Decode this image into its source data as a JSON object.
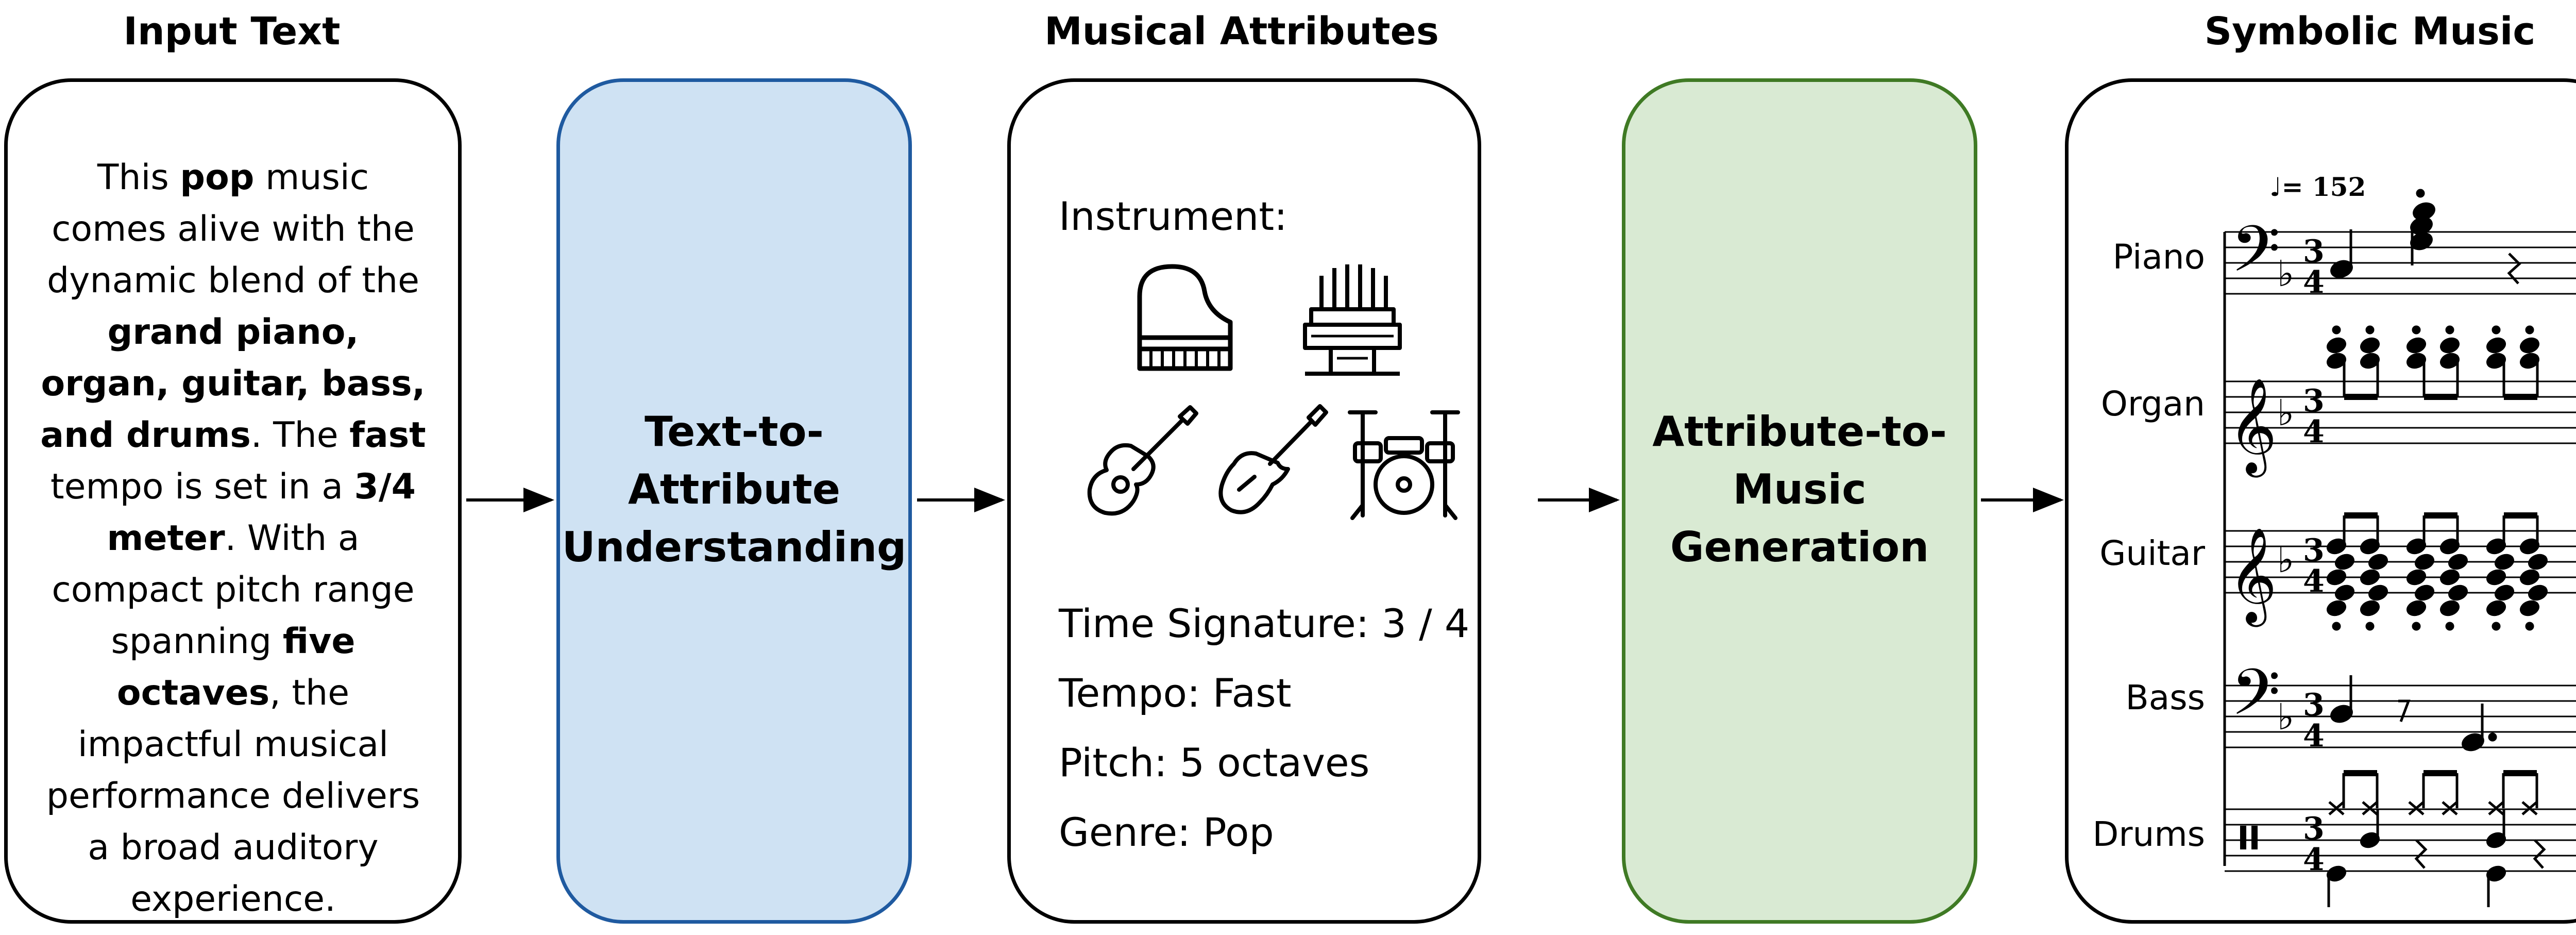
{
  "headings": {
    "input_text": "Input Text",
    "musical_attributes": "Musical Attributes",
    "symbolic_music": "Symbolic Music"
  },
  "input_text": {
    "segments": [
      {
        "text": "This ",
        "bold": false
      },
      {
        "text": "pop",
        "bold": true
      },
      {
        "text": " music comes alive with the dynamic blend of the ",
        "bold": false
      },
      {
        "text": "grand piano, organ, guitar, bass, and drums",
        "bold": true
      },
      {
        "text": ". The ",
        "bold": false
      },
      {
        "text": "fast",
        "bold": true
      },
      {
        "text": " tempo is set in a ",
        "bold": false
      },
      {
        "text": "3/4 meter",
        "bold": true
      },
      {
        "text": ". With a compact pitch range spanning ",
        "bold": false
      },
      {
        "text": "five octaves",
        "bold": true
      },
      {
        "text": ", the impactful musical performance delivers a broad auditory experience.",
        "bold": false
      }
    ]
  },
  "stages": {
    "text_to_attribute": "Text-to-Attribute Understanding",
    "attribute_to_music": "Attribute-to-Music Generation"
  },
  "attributes": {
    "instrument_label": "Instrument:",
    "instrument_icons": [
      "piano-icon",
      "organ-icon",
      "acoustic-guitar-icon",
      "electric-guitar-icon",
      "drum-kit-icon"
    ],
    "time_signature": "Time Signature: 3 / 4",
    "tempo": "Tempo: Fast",
    "pitch": "Pitch: 5 octaves",
    "genre": "Genre: Pop"
  },
  "score": {
    "tempo_marking": "♩= 152",
    "time_signature": {
      "top": "3",
      "bottom": "4"
    },
    "tracks": [
      "Piano",
      "Organ",
      "Guitar",
      "Bass",
      "Drums"
    ],
    "continuation": "…"
  },
  "colors": {
    "text_to_attribute_fill": "#cfe2f3",
    "text_to_attribute_border": "#1f5aa0",
    "attribute_to_music_fill": "#d9ead3",
    "attribute_to_music_border": "#3f7a24"
  }
}
